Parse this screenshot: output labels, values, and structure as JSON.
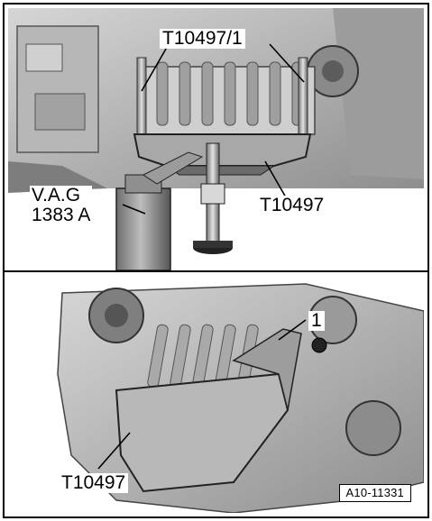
{
  "top_panel": {
    "callouts": {
      "tool_upper": "T10497/1",
      "tool_lower": "T10497",
      "jack": "V.A.G\n1383 A"
    }
  },
  "bottom_panel": {
    "callouts": {
      "item_number": "1",
      "tool": "T10497"
    }
  },
  "figure_id": "A10-11331",
  "colors": {
    "frame": "#000000",
    "background": "#ffffff",
    "engine_light": "#c8c8c8",
    "engine_mid": "#9a9a9a",
    "engine_dark": "#4a4a4a",
    "tool_plate": "#b4b4b4"
  }
}
